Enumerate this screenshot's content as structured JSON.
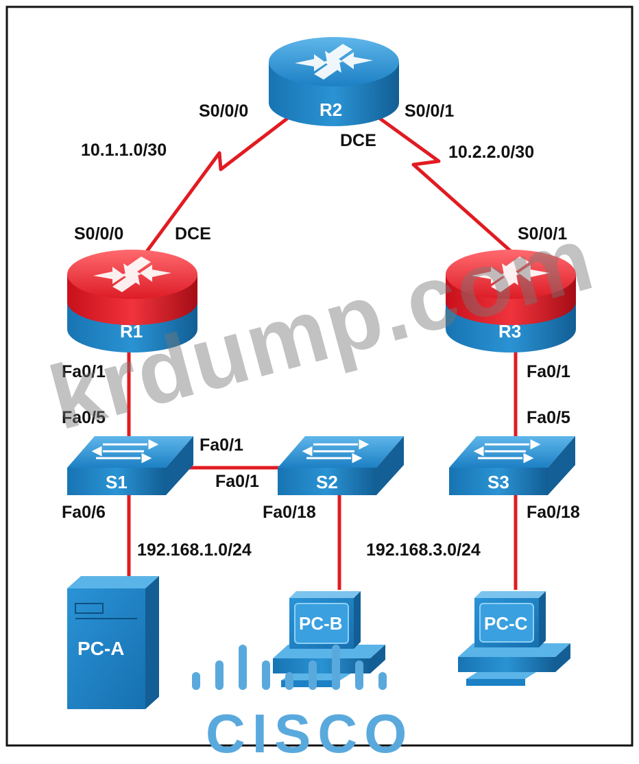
{
  "colors": {
    "link": "#e11b22",
    "device_blue": "#1e7fc1",
    "router_red": "#e8232e",
    "cisco_logo": "#5aa9dd",
    "label": "#111111",
    "watermark": "#8a8a8a"
  },
  "devices": {
    "r1": "R1",
    "r2": "R2",
    "r3": "R3",
    "s1": "S1",
    "s2": "S2",
    "s3": "S3",
    "pca": "PC-A",
    "pcb": "PC-B",
    "pcc": "PC-C"
  },
  "labels": {
    "r2_s000": "S0/0/0",
    "r2_s001": "S0/0/1",
    "r2_dce": "DCE",
    "net_r1r2": "10.1.1.0/30",
    "net_r2r3": "10.2.2.0/30",
    "r1_s000": "S0/0/0",
    "r1_dce": "DCE",
    "r3_s001": "S0/0/1",
    "r1_fa01": "Fa0/1",
    "s1_fa05": "Fa0/5",
    "s1_fa01": "Fa0/1",
    "s2_fa01": "Fa0/1",
    "s1_fa06": "Fa0/6",
    "s2_fa018": "Fa0/18",
    "r3_fa01": "Fa0/1",
    "s3_fa05": "Fa0/5",
    "s3_fa018": "Fa0/18",
    "net_lan1": "192.168.1.0/24",
    "net_lan3": "192.168.3.0/24"
  },
  "watermark": "krdump.com",
  "logo": {
    "word": "CISCO",
    "icon": "cisco-bridge-logo"
  }
}
